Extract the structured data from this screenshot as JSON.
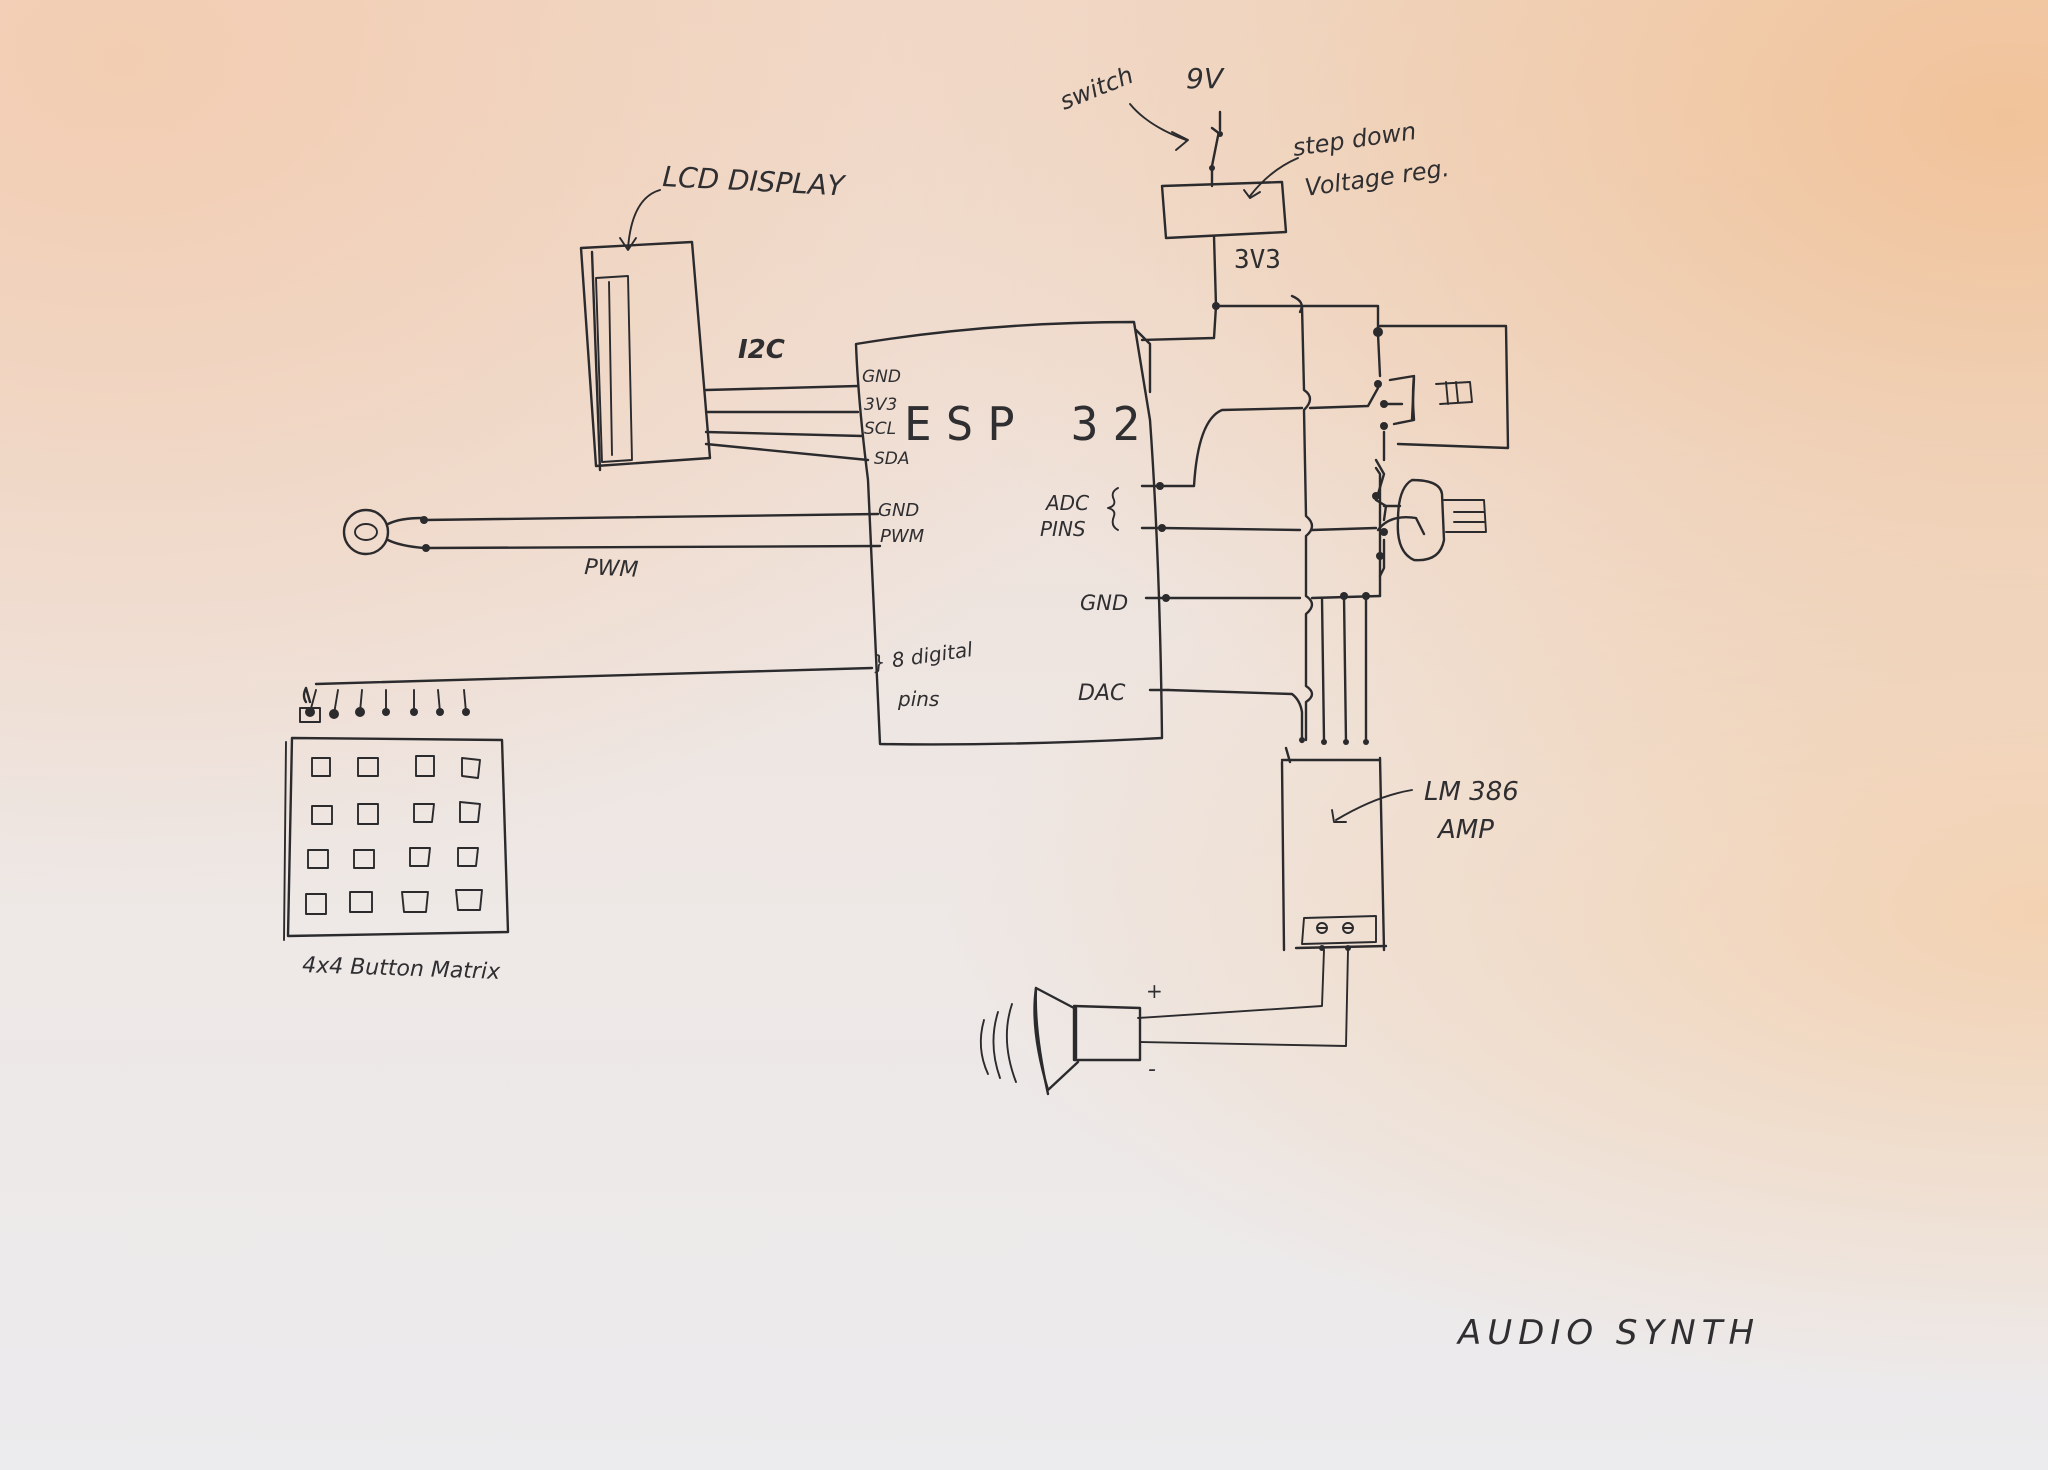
{
  "diagram": {
    "title": "AUDIO SYNTH",
    "power": {
      "battery_label": "9V",
      "switch_label": "switch",
      "regulator_label_line1": "step down",
      "regulator_label_line2": "Voltage reg.",
      "rail_label": "3V3"
    },
    "lcd": {
      "label": "LCD DISPLAY",
      "bus_label": "I2C"
    },
    "mcu": {
      "label": "ESP 32",
      "left_pins": [
        "GND",
        "3V3",
        "SCL",
        "SDA",
        "GND",
        "PWM"
      ],
      "digital_pins_line1": "} 8 digital",
      "digital_pins_line2": "pins",
      "adc_line1": "ADC",
      "adc_line2": "PINS",
      "gnd_label": "GND",
      "dac_label": "DAC"
    },
    "led": {
      "wire_label": "PWM"
    },
    "keypad": {
      "label": "4x4 Button Matrix"
    },
    "amp": {
      "label_line1": "LM 386",
      "label_line2": "AMP"
    },
    "speaker": {
      "plus_label": "+",
      "minus_label": "-"
    }
  }
}
